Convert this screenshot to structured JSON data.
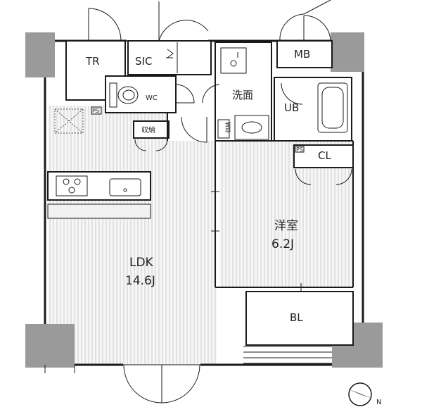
{
  "rooms": {
    "tr": "TR",
    "sic": "SIC",
    "mb": "MB",
    "wc": "WC",
    "senmen": "洗面",
    "ub": "UB",
    "shuno": "収納",
    "shuno_small": "収納",
    "cl": "CL",
    "yoshitsu_name": "洋室",
    "yoshitsu_size": "6.2J",
    "ldk_name": "LDK",
    "ldk_size": "14.6J",
    "bl": "BL"
  },
  "markers": {
    "ps_left": "PS",
    "ps_right": "PS"
  },
  "compass": {
    "north": "N"
  },
  "colors": {
    "wall": "#1a1a1a",
    "pillar": "#9a9a9a",
    "floor_stripe": "#e6e6e6",
    "floor_base": "#f4f4f4"
  }
}
